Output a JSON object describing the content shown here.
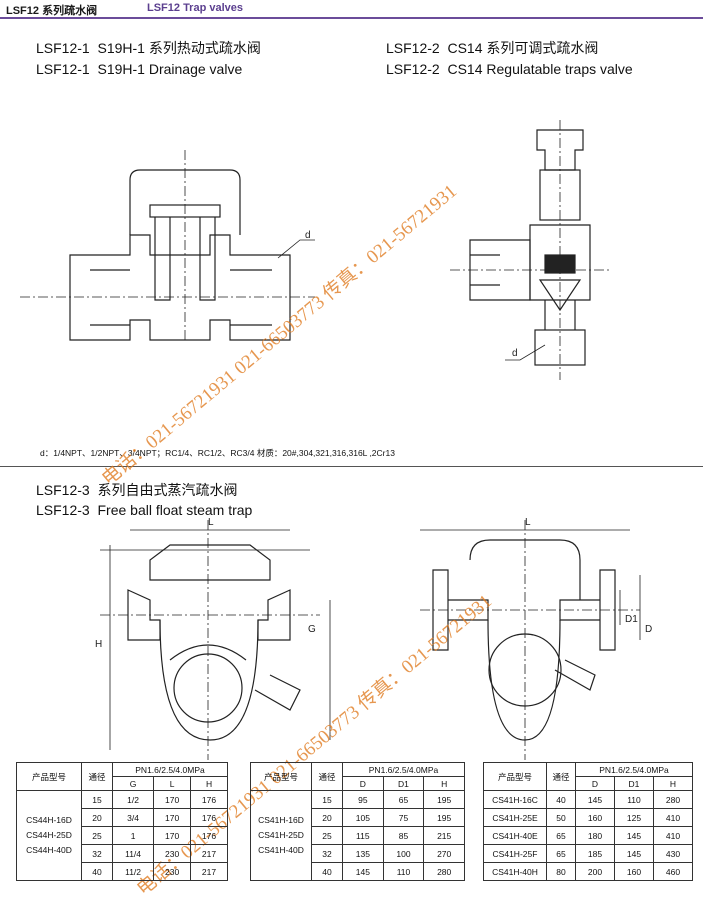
{
  "header": {
    "title": "LSF12 系列疏水阀",
    "subtitle": "LSF12  Trap valves"
  },
  "sections": [
    {
      "code": "LSF12-1",
      "cn": "S19H-1 系列热动式疏水阀",
      "en": "S19H-1  Drainage valve"
    },
    {
      "code": "LSF12-2",
      "cn": "CS14 系列可调式疏水阀",
      "en": "CS14  Regulatable traps valve"
    },
    {
      "code": "LSF12-3",
      "cn": "系列自由式蒸汽疏水阀",
      "en": "Free  ball  float  steam  trap"
    }
  ],
  "dim_labels": {
    "d": "d",
    "L": "L",
    "H": "H",
    "G": "G",
    "D": "D",
    "D1": "D1"
  },
  "note": "d：1/4NPT、1/2NPT、3/4NPT；RC1/4、RC1/2、RC3/4  材质：20#,304,321,316,316L ,2Cr13",
  "watermarks": [
    "电话：021-56721931 021-66503773 传真：021-56721931",
    "电话：021-56721931 021-66503773 传真：021-56721931"
  ],
  "tables": [
    {
      "head": {
        "model": "产品型号",
        "dn": "通径",
        "pn": "PN1.6/2.5/4.0MPa",
        "cols": [
          "G",
          "L",
          "H"
        ]
      },
      "models": [
        "CS44H-16D",
        "CS44H-25D",
        "CS44H-40D"
      ],
      "rows": [
        [
          "15",
          "1/2",
          "170",
          "176"
        ],
        [
          "20",
          "3/4",
          "170",
          "176"
        ],
        [
          "25",
          "1",
          "170",
          "176"
        ],
        [
          "32",
          "11/4",
          "230",
          "217"
        ],
        [
          "40",
          "11/2",
          "230",
          "217"
        ]
      ]
    },
    {
      "head": {
        "model": "产品型号",
        "dn": "通径",
        "pn": "PN1.6/2.5/4.0MPa",
        "cols": [
          "D",
          "D1",
          "H"
        ]
      },
      "models": [
        "CS41H-16D",
        "CS41H-25D",
        "CS41H-40D"
      ],
      "rows": [
        [
          "15",
          "95",
          "65",
          "195"
        ],
        [
          "20",
          "105",
          "75",
          "195"
        ],
        [
          "25",
          "115",
          "85",
          "215"
        ],
        [
          "32",
          "135",
          "100",
          "270"
        ],
        [
          "40",
          "145",
          "110",
          "280"
        ]
      ]
    },
    {
      "head": {
        "model": "产品型号",
        "dn": "通径",
        "pn": "PN1.6/2.5/4.0MPa",
        "cols": [
          "D",
          "D1",
          "H"
        ]
      },
      "models": [
        "CS41H-16C",
        "CS41H-25E",
        "CS41H-40E",
        "CS41H-25F",
        "CS41H-40H"
      ],
      "rows": [
        [
          "40",
          "145",
          "110",
          "280"
        ],
        [
          "50",
          "160",
          "125",
          "410"
        ],
        [
          "65",
          "180",
          "145",
          "410"
        ],
        [
          "65",
          "185",
          "145",
          "430"
        ],
        [
          "80",
          "200",
          "160",
          "460"
        ]
      ]
    }
  ]
}
